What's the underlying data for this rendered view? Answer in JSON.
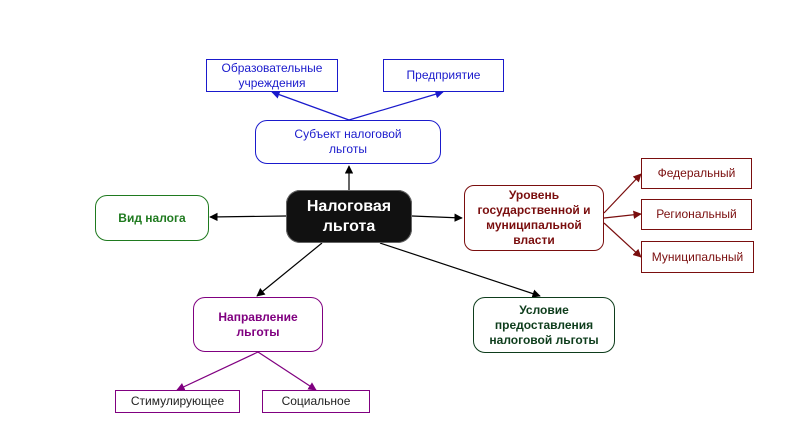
{
  "center": {
    "label_1": "Налоговая",
    "label_2": "льгота"
  },
  "subject": {
    "label_1": "Субъект налоговой",
    "label_2": "льготы",
    "children": [
      {
        "label_1": "Образовательные",
        "label_2": "учреждения"
      },
      {
        "label_1": "Предприятие"
      }
    ]
  },
  "tax_type": {
    "label": "Вид налога"
  },
  "government_level": {
    "label_1": "Уровень",
    "label_2": "государственной и",
    "label_3": "муниципальной",
    "label_4": "власти",
    "children": [
      {
        "label": "Федеральный"
      },
      {
        "label": "Региональный"
      },
      {
        "label": "Муниципальный"
      }
    ]
  },
  "direction": {
    "label_1": "Направление",
    "label_2": "льготы",
    "children": [
      {
        "label": "Стимулирующее"
      },
      {
        "label": "Социальное"
      }
    ]
  },
  "condition": {
    "label_1": "Условие",
    "label_2": "предоставления",
    "label_3": "налоговой льготы"
  },
  "colors": {
    "blue": "#1a1acc",
    "green": "#1f7a1f",
    "dark_green": "#0e3d1c",
    "maroon": "#7a0e0e",
    "purple": "#800080",
    "center_fill": "#111111"
  }
}
